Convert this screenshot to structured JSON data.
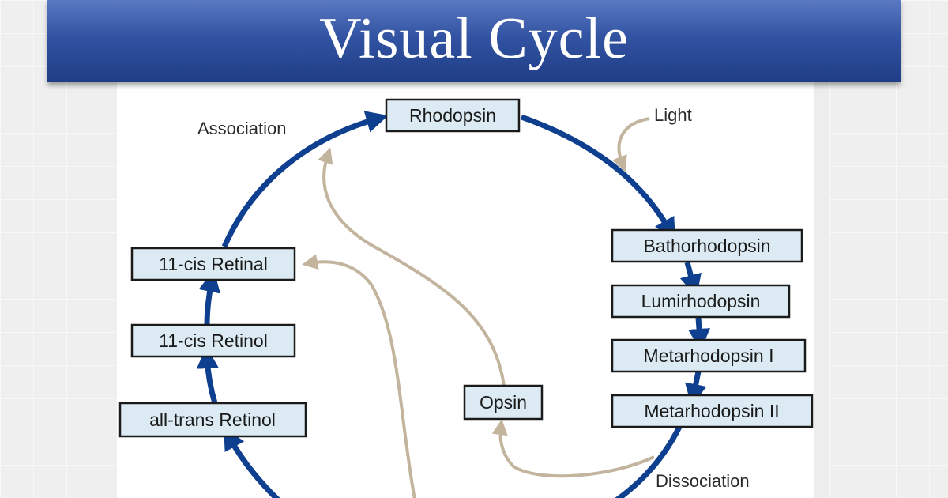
{
  "title": "Visual Cycle",
  "nodes": {
    "rhodopsin": "Rhodopsin",
    "bathorhodopsin": "Bathorhodopsin",
    "lumirhodopsin": "Lumirhodopsin",
    "metarhodopsin_1": "Metarhodopsin I",
    "metarhodopsin_2": "Metarhodopsin II",
    "opsin": "Opsin",
    "cis_retinal": "11-cis Retinal",
    "cis_retinol": "11-cis Retinol",
    "trans_retinol": "all-trans Retinol"
  },
  "labels": {
    "association": "Association",
    "light": "Light",
    "dissociation": "Dissociation"
  },
  "colors": {
    "cycle_arrow": "#0f3f8f",
    "side_arrow": "#c2b49d",
    "node_fill": "#dcebf3",
    "banner": "#3253a2"
  }
}
